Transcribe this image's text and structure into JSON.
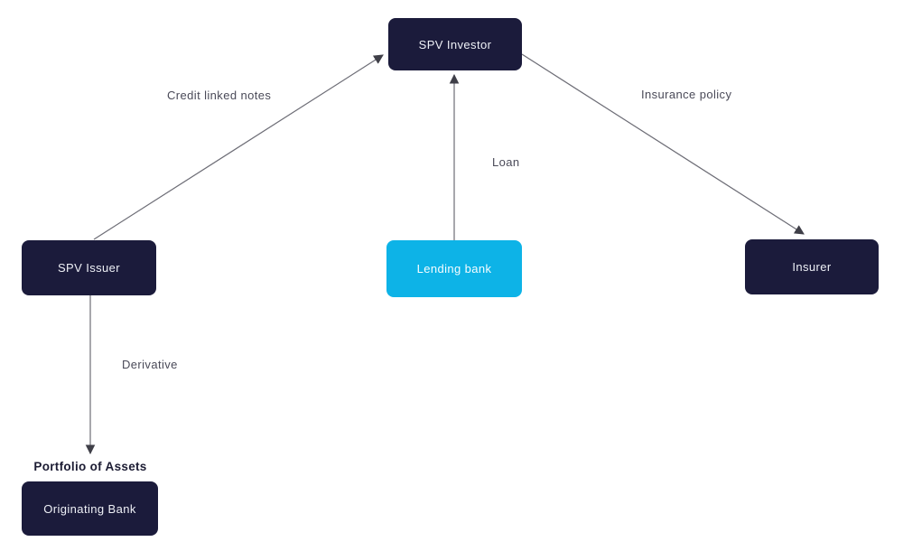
{
  "diagram": {
    "nodes": {
      "spv_investor": {
        "label": "SPV Investor",
        "color": "#1b1b3b"
      },
      "spv_issuer": {
        "label": "SPV Issuer",
        "color": "#1b1b3b"
      },
      "lending_bank": {
        "label": "Lending bank",
        "color": "#0db3e7"
      },
      "insurer": {
        "label": "Insurer",
        "color": "#1b1b3b"
      },
      "originating_bank": {
        "label": "Originating Bank",
        "color": "#1b1b3b"
      }
    },
    "edges": {
      "credit_linked_notes": {
        "label": "Credit linked notes",
        "from": "SPV Issuer",
        "to": "SPV Investor"
      },
      "loan": {
        "label": "Loan",
        "from": "Lending bank",
        "to": "SPV Investor"
      },
      "insurance_policy": {
        "label": "Insurance policy",
        "from": "SPV Investor",
        "to": "Insurer"
      },
      "derivative": {
        "label": "Derivative",
        "from": "SPV Issuer",
        "to": "Portfolio of Assets"
      }
    },
    "annotations": {
      "portfolio_of_assets": "Portfolio of Assets"
    },
    "colors": {
      "node_dark": "#1b1b3b",
      "node_cyan": "#0db3e7",
      "edge_line": "#6d6d76",
      "arrowhead": "#3f3f48",
      "edge_label_text": "#4a4a58",
      "annotation_text": "#1c1c33",
      "background": "#ffffff"
    }
  }
}
